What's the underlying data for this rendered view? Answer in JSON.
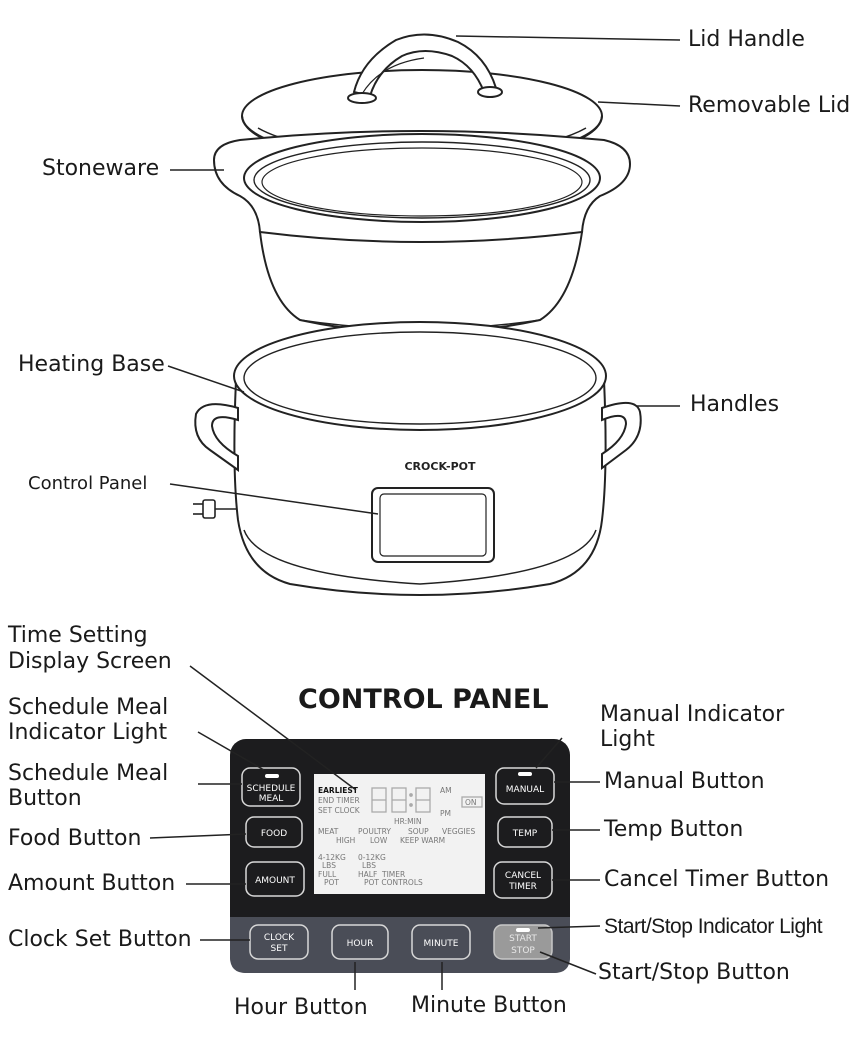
{
  "labels": {
    "lid_handle": "Lid Handle",
    "removable_lid": "Removable Lid",
    "stoneware": "Stoneware",
    "heating_base": "Heating Base",
    "handles": "Handles",
    "control_panel": "Control Panel",
    "brand": "CROCK-POT",
    "panel_title": "CONTROL PANEL",
    "time_setting_1": "Time Setting",
    "time_setting_2": "Display Screen",
    "schedule_light_1": "Schedule Meal",
    "schedule_light_2": "Indicator Light",
    "schedule_button_1": "Schedule Meal",
    "schedule_button_2": "Button",
    "food_button": "Food Button",
    "amount_button": "Amount Button",
    "clock_set_button": "Clock Set Button",
    "hour_button": "Hour Button",
    "minute_button": "Minute Button",
    "manual_light_1": "Manual Indicator",
    "manual_light_2": "Light",
    "manual_button": "Manual Button",
    "temp_button": "Temp Button",
    "cancel_timer_button": "Cancel Timer Button",
    "start_stop_light": "Start/Stop Indicator Light",
    "start_stop_button": "Start/Stop Button"
  },
  "panel_buttons": {
    "schedule_1": "SCHEDULE",
    "schedule_2": "MEAL",
    "food": "FOOD",
    "amount": "AMOUNT",
    "manual": "MANUAL",
    "temp": "TEMP",
    "cancel_1": "CANCEL",
    "cancel_2": "TIMER",
    "clock_1": "CLOCK",
    "clock_2": "SET",
    "hour": "HOUR",
    "minute": "MINUTE",
    "start_1": "START",
    "start_2": "STOP"
  },
  "display": {
    "earliest": "EARLIEST",
    "end_timer": "END TIMER",
    "set_clock": "SET CLOCK",
    "hr_min": "HR:MIN",
    "am": "AM",
    "pm": "PM",
    "on": "ON",
    "meat": "MEAT",
    "poultry": "POULTRY",
    "soup": "SOUP",
    "veggies": "VEGGIES",
    "high": "HIGH",
    "low": "LOW",
    "keep_warm": "KEEP WARM",
    "lbs_1": "4-12KG",
    "lbs_1b": "LBS",
    "lbs_2": "0-12KG",
    "lbs_2b": "LBS",
    "full": "FULL",
    "pot": "POT",
    "half": "HALF",
    "timer": "TIMER",
    "pot_controls": "POT CONTROLS"
  },
  "colors": {
    "panel_dark": "#1c1c1e",
    "panel_bottom": "#4a4d57",
    "button_border": "#d8d8d8",
    "screen_bg": "#f2f2f2",
    "start_button": "#9a9a9a"
  }
}
